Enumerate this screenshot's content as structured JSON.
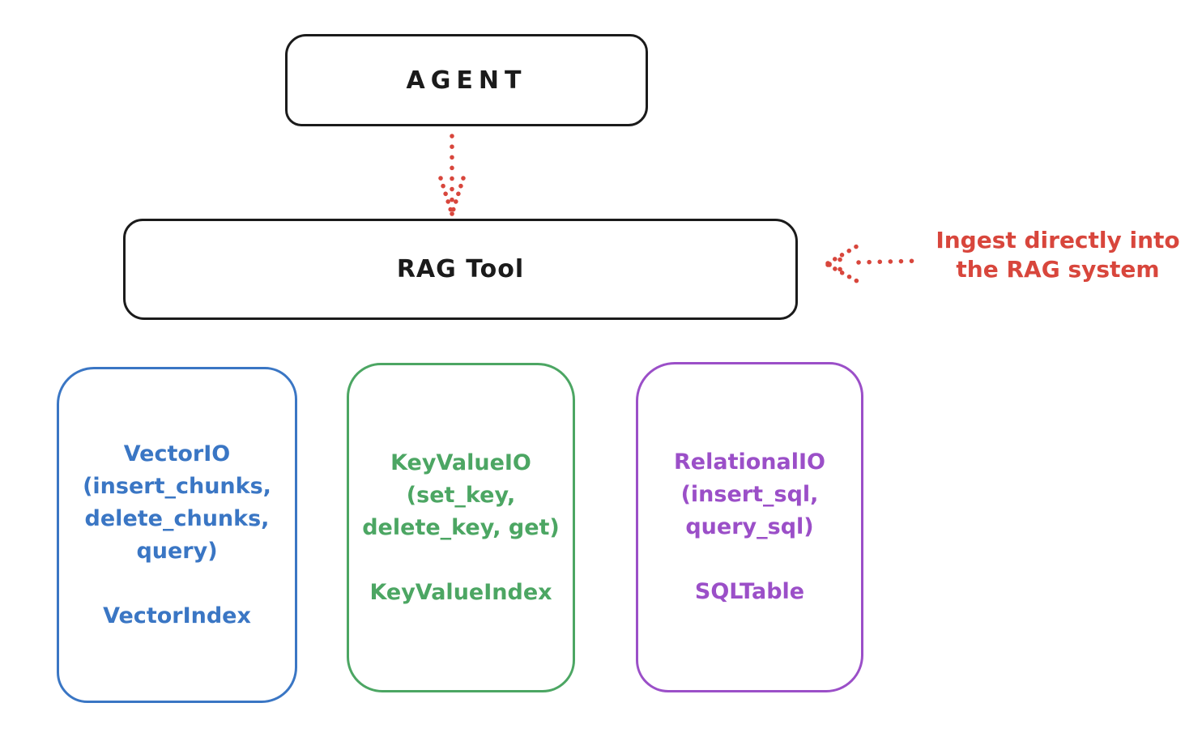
{
  "canvas": {
    "background": "#ffffff"
  },
  "colors": {
    "ink": "#1b1b1b",
    "red": "#d8463c",
    "blue": "#3a76c4",
    "green": "#4ca663",
    "purple": "#9b4fc8"
  },
  "nodes": {
    "agent": {
      "label": "AGENT"
    },
    "rag_tool": {
      "label": "RAG Tool"
    },
    "vector_io": {
      "title": "VectorIO",
      "ops_lines": [
        "(insert_chunks,",
        "delete_chunks,",
        "query)"
      ],
      "index": "VectorIndex"
    },
    "key_value_io": {
      "title": "KeyValueIO",
      "ops_lines": [
        "(set_key,",
        "delete_key, get)"
      ],
      "index": "KeyValueIndex"
    },
    "relational_io": {
      "title": "RelationalIO",
      "ops_lines": [
        "(insert_sql,",
        "query_sql)"
      ],
      "index": "SQLTable"
    }
  },
  "annotation": {
    "lines": [
      "Ingest directly into",
      "the RAG system"
    ]
  }
}
